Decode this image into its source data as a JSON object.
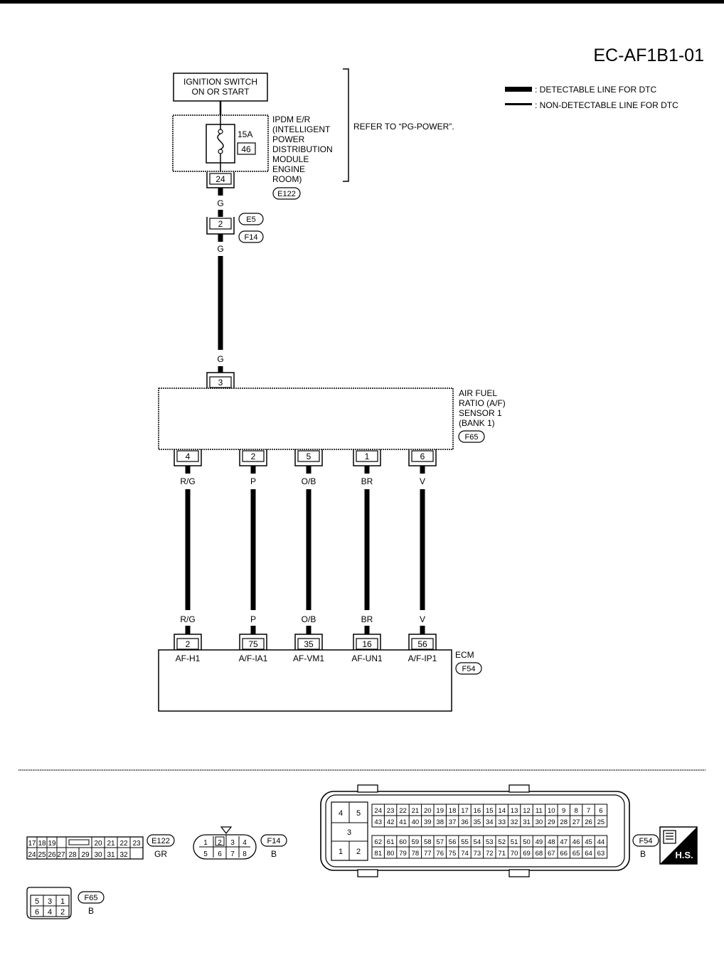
{
  "diagram_code": "EC-AF1B1-01",
  "legend": {
    "detectable": ": DETECTABLE LINE FOR DTC",
    "non_detectable": ": NON-DETECTABLE LINE FOR DTC"
  },
  "ignition_switch": {
    "line1": "IGNITION SWITCH",
    "line2": "ON OR START"
  },
  "ipdm": {
    "label_lines": [
      "IPDM E/R",
      "(INTELLIGENT",
      "POWER",
      "DISTRIBUTION",
      "MODULE",
      "ENGINE",
      "ROOM)"
    ],
    "fuse_rating": "15A",
    "fuse_number": "46",
    "terminal": "24",
    "connector": "E122",
    "note": "REFER TO “PG-POWER”."
  },
  "junction": {
    "terminal": "2",
    "connector_a": "E5",
    "connector_b": "F14"
  },
  "wire_colors": {
    "g1": "G",
    "g2": "G",
    "g3": "G"
  },
  "sensor": {
    "label_lines": [
      "AIR FUEL",
      "RATIO (A/F)",
      "SENSOR 1",
      "(BANK 1)"
    ],
    "connector": "F65",
    "top_terminal": "3"
  },
  "circuits": [
    {
      "sensor_terminal": "4",
      "color": "R/G",
      "ecm_terminal": "2",
      "ecm_label": "AF-H1"
    },
    {
      "sensor_terminal": "2",
      "color": "P",
      "ecm_terminal": "75",
      "ecm_label": "A/F-IA1"
    },
    {
      "sensor_terminal": "5",
      "color": "O/B",
      "ecm_terminal": "35",
      "ecm_label": "AF-VM1"
    },
    {
      "sensor_terminal": "1",
      "color": "BR",
      "ecm_terminal": "16",
      "ecm_label": "AF-UN1"
    },
    {
      "sensor_terminal": "6",
      "color": "V",
      "ecm_terminal": "56",
      "ecm_label": "A/F-IP1"
    }
  ],
  "ecm": {
    "label": "ECM",
    "connector": "F54"
  },
  "connector_views": {
    "e122": {
      "id": "E122",
      "color": "GR",
      "row1": [
        "17",
        "18",
        "19",
        "",
        "20",
        "21",
        "22",
        "23"
      ],
      "row2": [
        "24",
        "25",
        "26",
        "27",
        "28",
        "29",
        "30",
        "31",
        "32"
      ]
    },
    "f14": {
      "id": "F14",
      "color": "B",
      "row1": [
        "1",
        "2",
        "3",
        "4"
      ],
      "row2": [
        "5",
        "6",
        "7",
        "8"
      ]
    },
    "f54": {
      "id": "F54",
      "color": "B",
      "left_pins": [
        "4",
        "5",
        "3",
        "1",
        "2"
      ],
      "row1": [
        "24",
        "23",
        "22",
        "21",
        "20",
        "19",
        "18",
        "17",
        "16",
        "15",
        "14",
        "13",
        "12",
        "11",
        "10",
        "9",
        "8",
        "7",
        "6"
      ],
      "row2": [
        "43",
        "42",
        "41",
        "40",
        "39",
        "38",
        "37",
        "36",
        "35",
        "34",
        "33",
        "32",
        "31",
        "30",
        "29",
        "28",
        "27",
        "26",
        "25"
      ],
      "row3": [
        "62",
        "61",
        "60",
        "59",
        "58",
        "57",
        "56",
        "55",
        "54",
        "53",
        "52",
        "51",
        "50",
        "49",
        "48",
        "47",
        "46",
        "45",
        "44"
      ],
      "row4": [
        "81",
        "80",
        "79",
        "78",
        "77",
        "76",
        "75",
        "74",
        "73",
        "72",
        "71",
        "70",
        "69",
        "68",
        "67",
        "66",
        "65",
        "64",
        "63"
      ]
    },
    "f65": {
      "id": "F65",
      "color": "B",
      "row1": [
        "5",
        "3",
        "1"
      ],
      "row2": [
        "6",
        "4",
        "2"
      ]
    }
  },
  "hs_badge": "H.S."
}
